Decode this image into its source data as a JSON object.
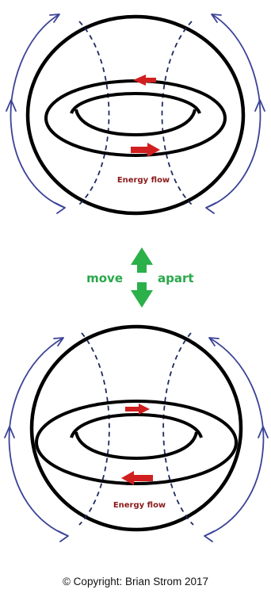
{
  "diagram": {
    "top": {
      "energy_label": "Energy flow"
    },
    "middle": {
      "left_label": "move",
      "right_label": "apart"
    },
    "bottom": {
      "energy_label": "Energy flow"
    },
    "copyright": "© Copyright: Brian Strom 2017"
  },
  "colors": {
    "ring_stroke": "#000000",
    "field_lines": "#3b4397",
    "energy_arrows": "#d11f1f",
    "energy_text": "#8b1a1a",
    "move_arrow": "#2bb04a"
  }
}
